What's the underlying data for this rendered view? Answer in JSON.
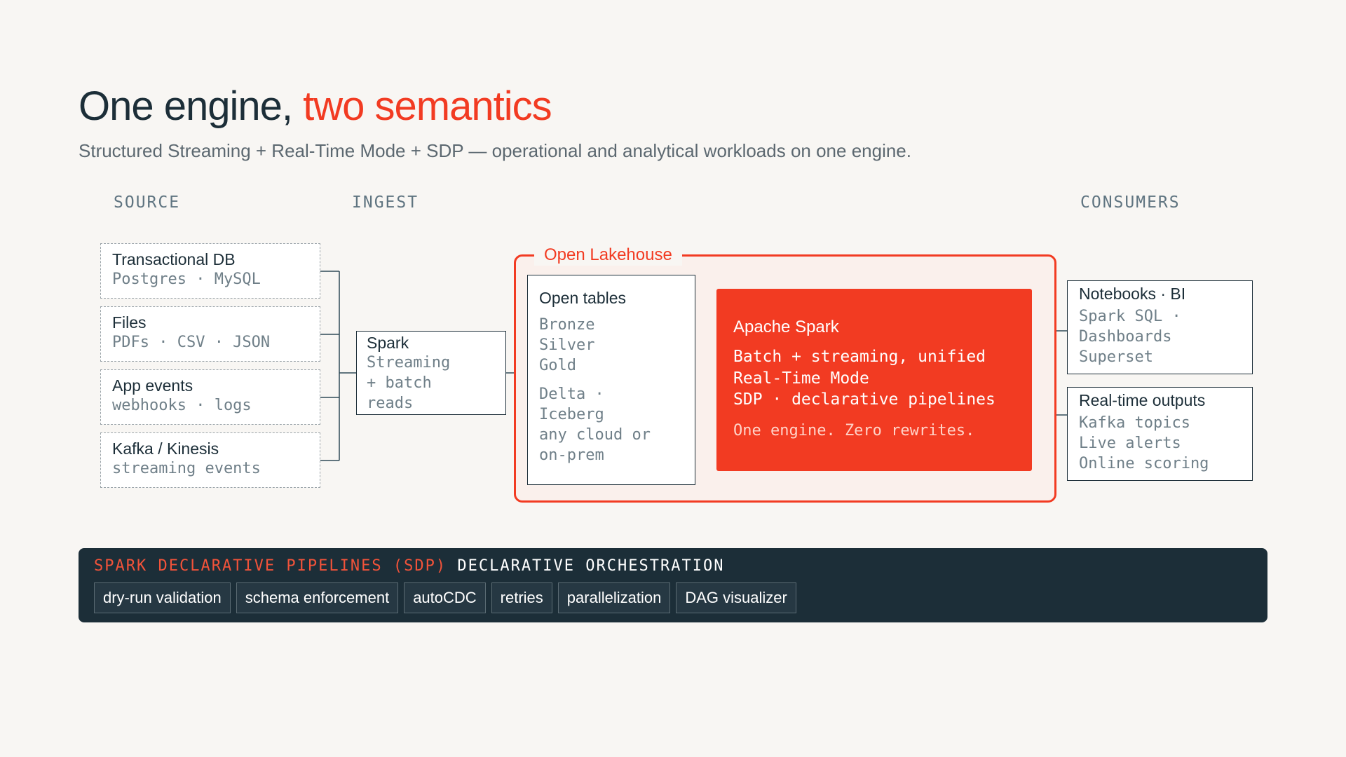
{
  "header": {
    "title_main": "One engine, ",
    "title_accent": "two semantics",
    "subtitle": "Structured Streaming + Real-Time Mode + SDP — operational and analytical workloads on one engine."
  },
  "columns": {
    "source": "SOURCE",
    "ingest": "INGEST",
    "consumers": "CONSUMERS"
  },
  "sources": [
    {
      "title": "Transactional DB",
      "sub": "Postgres · MySQL"
    },
    {
      "title": "Files",
      "sub": "PDFs · CSV · JSON"
    },
    {
      "title": "App events",
      "sub": "webhooks · logs"
    },
    {
      "title": "Kafka / Kinesis",
      "sub": "streaming events"
    }
  ],
  "ingest": {
    "title": "Spark",
    "lines": [
      "Streaming",
      "+ batch",
      "reads"
    ]
  },
  "lakehouse": {
    "label": "Open Lakehouse",
    "tables": {
      "title": "Open tables",
      "layers": [
        "Bronze",
        "Silver",
        "Gold"
      ],
      "formats": [
        "Delta ·",
        "Iceberg",
        "any cloud or",
        "on-prem"
      ]
    },
    "spark": {
      "title": "Apache Spark",
      "lines": [
        "Batch + streaming, unified",
        "Real-Time Mode",
        "SDP · declarative pipelines"
      ],
      "tagline": "One engine. Zero rewrites."
    }
  },
  "consumers": [
    {
      "title": "Notebooks · BI",
      "lines": [
        "Spark SQL ·",
        "Dashboards",
        "Superset"
      ]
    },
    {
      "title": "Real-time outputs",
      "lines": [
        "Kafka topics",
        "Live alerts",
        "Online scoring"
      ]
    }
  ],
  "sdp": {
    "head_accent": "SPARK DECLARATIVE PIPELINES (SDP)",
    "head_rest": "DECLARATIVE ORCHESTRATION",
    "chips": [
      "dry-run validation",
      "schema enforcement",
      "autoCDC",
      "retries",
      "parallelization",
      "DAG visualizer"
    ]
  },
  "colors": {
    "accent": "#f23b22",
    "dark": "#1c2e38",
    "background": "#f8f6f3"
  }
}
